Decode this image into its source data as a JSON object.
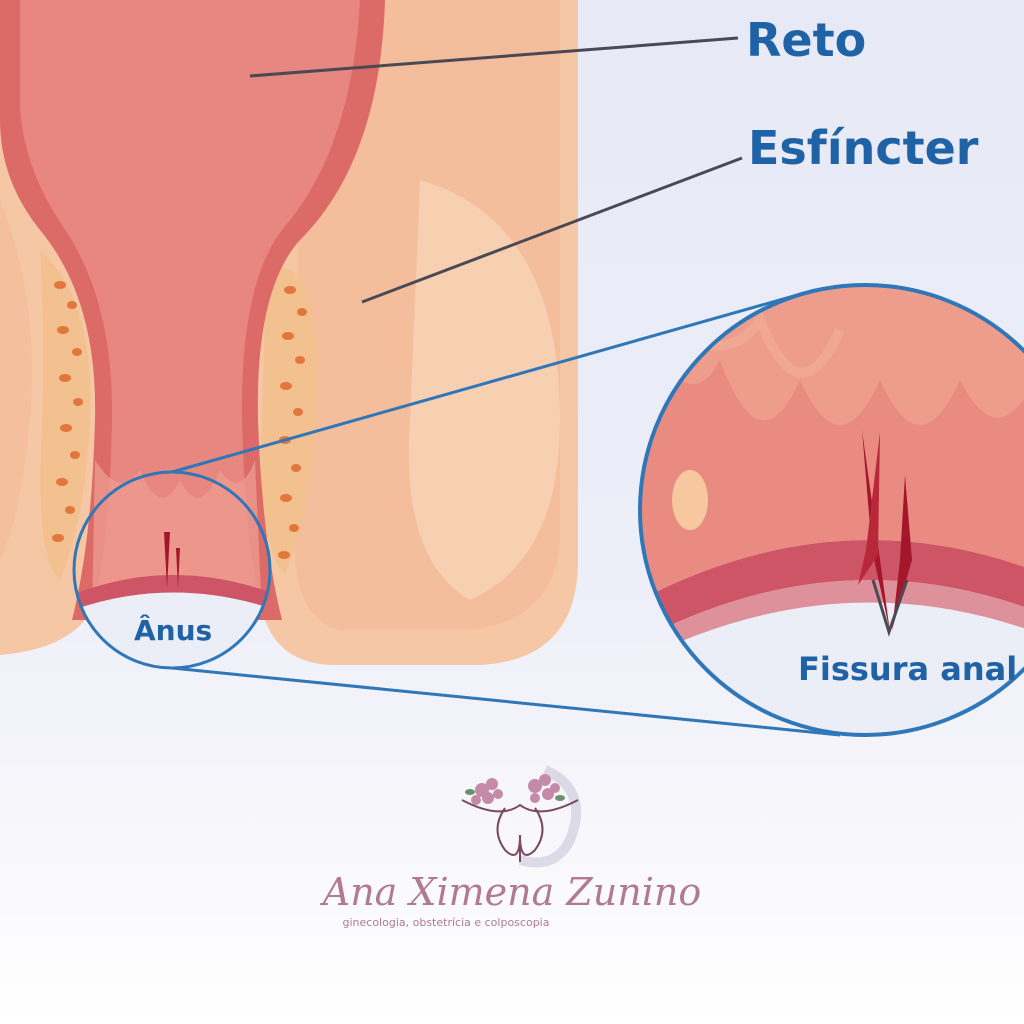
{
  "labels": {
    "reto": "Reto",
    "esfincter": "Esfíncter",
    "anus": "Ânus",
    "fissura": "Fissura anal"
  },
  "brand": {
    "name": "Ana Ximena Zunino",
    "subtitle": "ginecologia, obstetrícia e colposcopia"
  },
  "colors": {
    "label_blue": "#1f63a6",
    "callout_blue": "#2f77b8",
    "rectum_pink": "#e8877f",
    "sphincter_peach": "#f6c7a5",
    "fissure_red": "#a4162a",
    "brand_mauve": "#b07a93"
  },
  "icons": [
    "uterus-flower-logo-icon"
  ]
}
